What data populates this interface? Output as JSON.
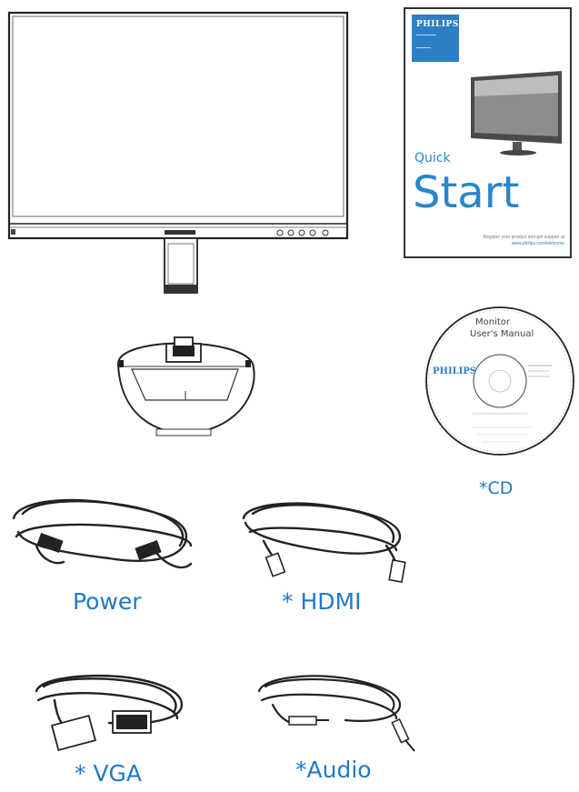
{
  "quick_start": {
    "brand": "PHILIPS",
    "word_small": "Quick",
    "word_large": "Start",
    "footer_line1": "Register your product and get support at",
    "footer_line2": "www.philips.com/welcome"
  },
  "cd": {
    "brand": "PHILIPS",
    "title_line1": "Monitor",
    "title_line2": "User's Manual",
    "label": "*CD"
  },
  "accessories": {
    "power": "Power",
    "hdmi": "* HDMI",
    "vga": "* VGA",
    "audio": "*Audio"
  }
}
